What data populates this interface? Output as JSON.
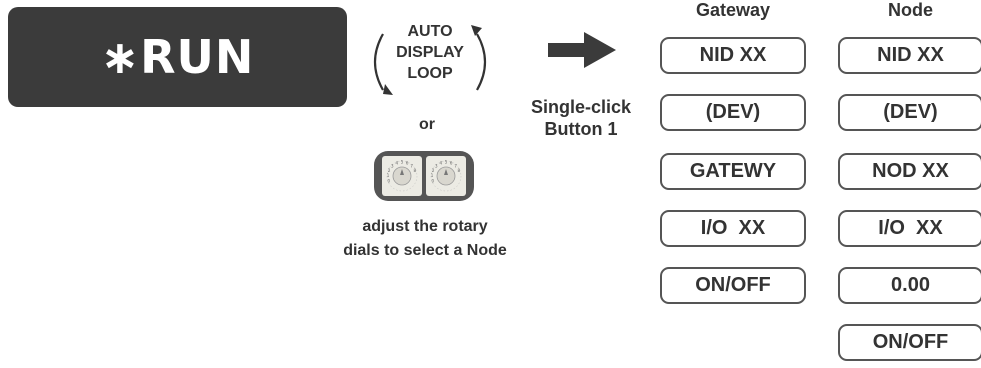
{
  "run": {
    "label": "∗RUN"
  },
  "loop": {
    "line1": "AUTO",
    "line2": "DISPLAY",
    "line3": "LOOP"
  },
  "or_label": "or",
  "adjust_label": {
    "line1": "adjust the rotary",
    "line2": "dials to select a Node"
  },
  "action": {
    "line1": "Single-click",
    "line2": "Button 1"
  },
  "gateway": {
    "header": "Gateway",
    "items": [
      "NID XX",
      "(DEV)",
      "GATEWY",
      "I/O  XX",
      "ON/OFF"
    ]
  },
  "node": {
    "header": "Node",
    "items": [
      "NID XX",
      "(DEV)",
      "NOD XX",
      "I/O  XX",
      "0.00",
      "ON/OFF"
    ]
  },
  "dials": {
    "digits": "012345678"
  }
}
